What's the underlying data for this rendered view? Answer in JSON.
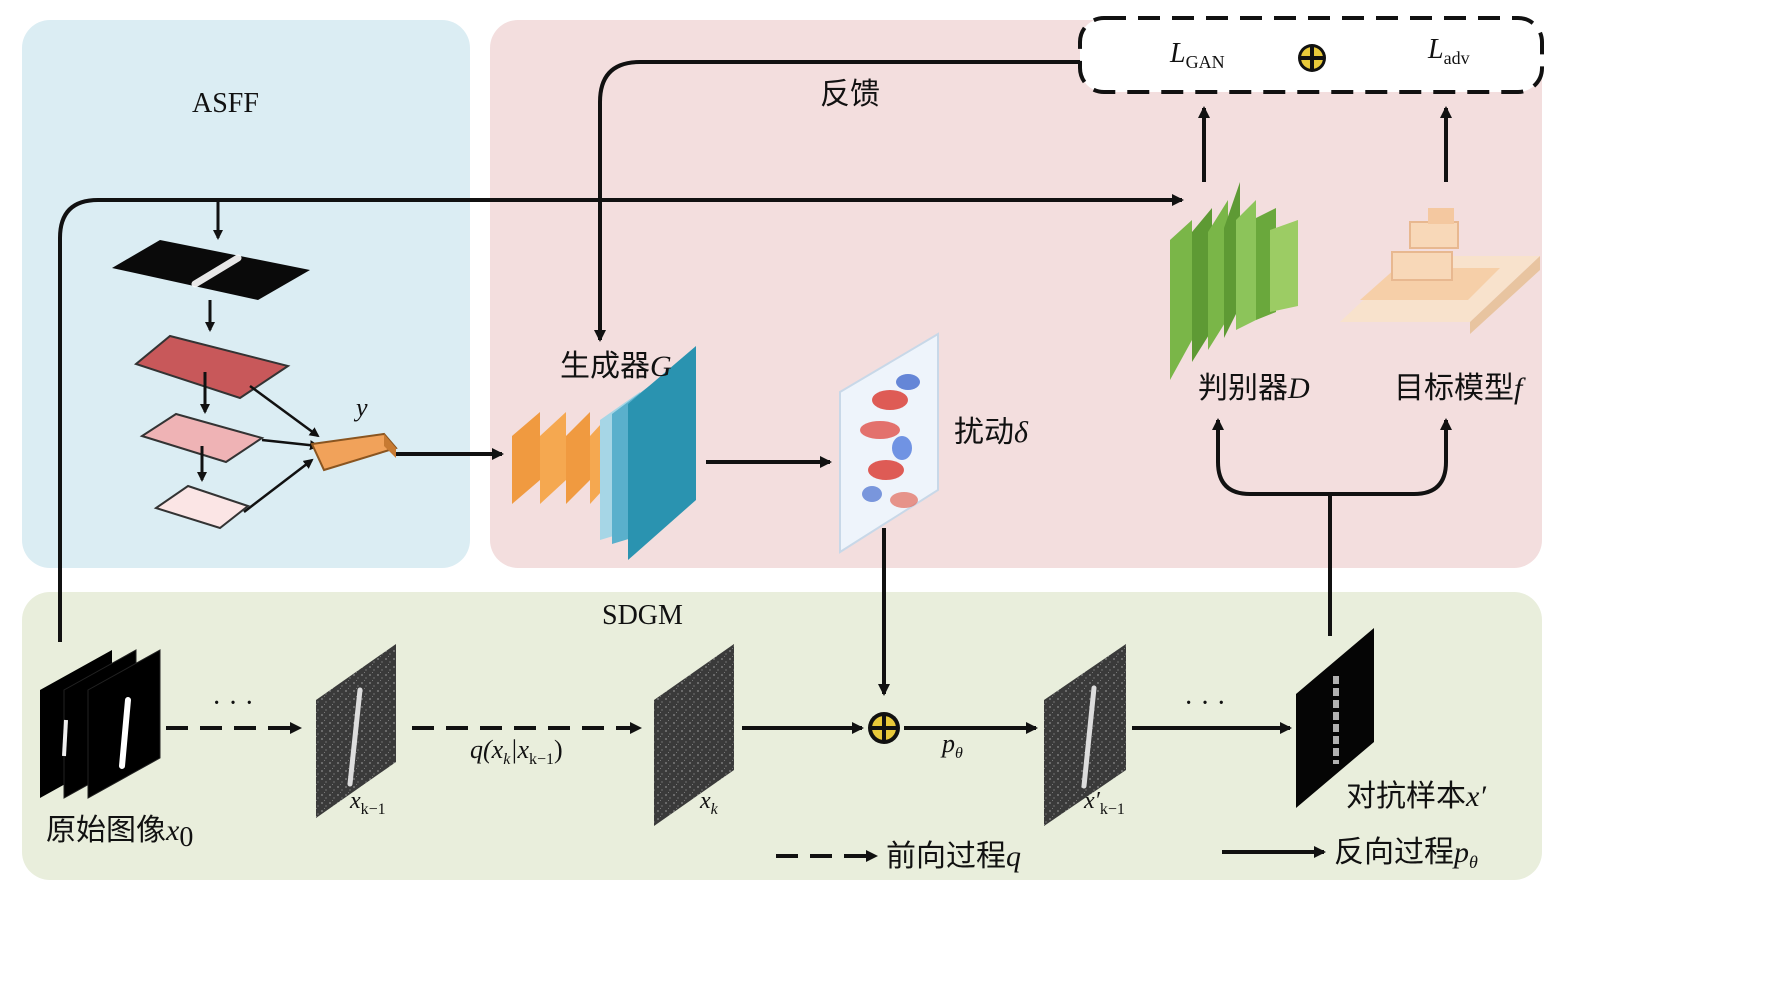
{
  "panels": {
    "asff": "ASFF",
    "sdgm": "SDGM"
  },
  "loss": {
    "gan": "L",
    "gan_sub": "GAN",
    "adv": "L",
    "adv_sub": "adv"
  },
  "labels": {
    "feedback": "反馈",
    "generator": "生成器",
    "generator_var": "G",
    "perturbation": "扰动",
    "perturbation_var": "δ",
    "discriminator": "判别器",
    "discriminator_var": "D",
    "target_model": "目标模型",
    "target_model_var": "f",
    "y": "y",
    "original_image": "原始图像",
    "original_var": "x",
    "original_sub": "0",
    "x_km1": "x",
    "x_km1_sub": "k−1",
    "x_k": "x",
    "x_k_sub": "k",
    "xprime_km1": "x′",
    "xprime_km1_sub": "k−1",
    "adv_sample": "对抗样本",
    "adv_sample_var": "x′",
    "q_formula": "q(x",
    "q_formula_sub1": "k",
    "q_formula_mid": "|x",
    "q_formula_sub2": "k−1",
    "q_formula_end": ")",
    "p_theta": "p",
    "p_theta_sub": "θ",
    "ellipsis_left": "· · ·",
    "ellipsis_right": "· · ·"
  },
  "legend": {
    "forward": "前向过程",
    "forward_var": "q",
    "reverse": "反向过程",
    "reverse_var": "p",
    "reverse_sub": "θ"
  },
  "colors": {
    "asff_bg": "#dbedf3",
    "gan_bg": "#f3dede",
    "sdgm_bg": "#e9eedc",
    "orange": "#f0a050",
    "teal": "#2a93b0",
    "green": "#7ab648",
    "peach": "#f8d8b8"
  }
}
